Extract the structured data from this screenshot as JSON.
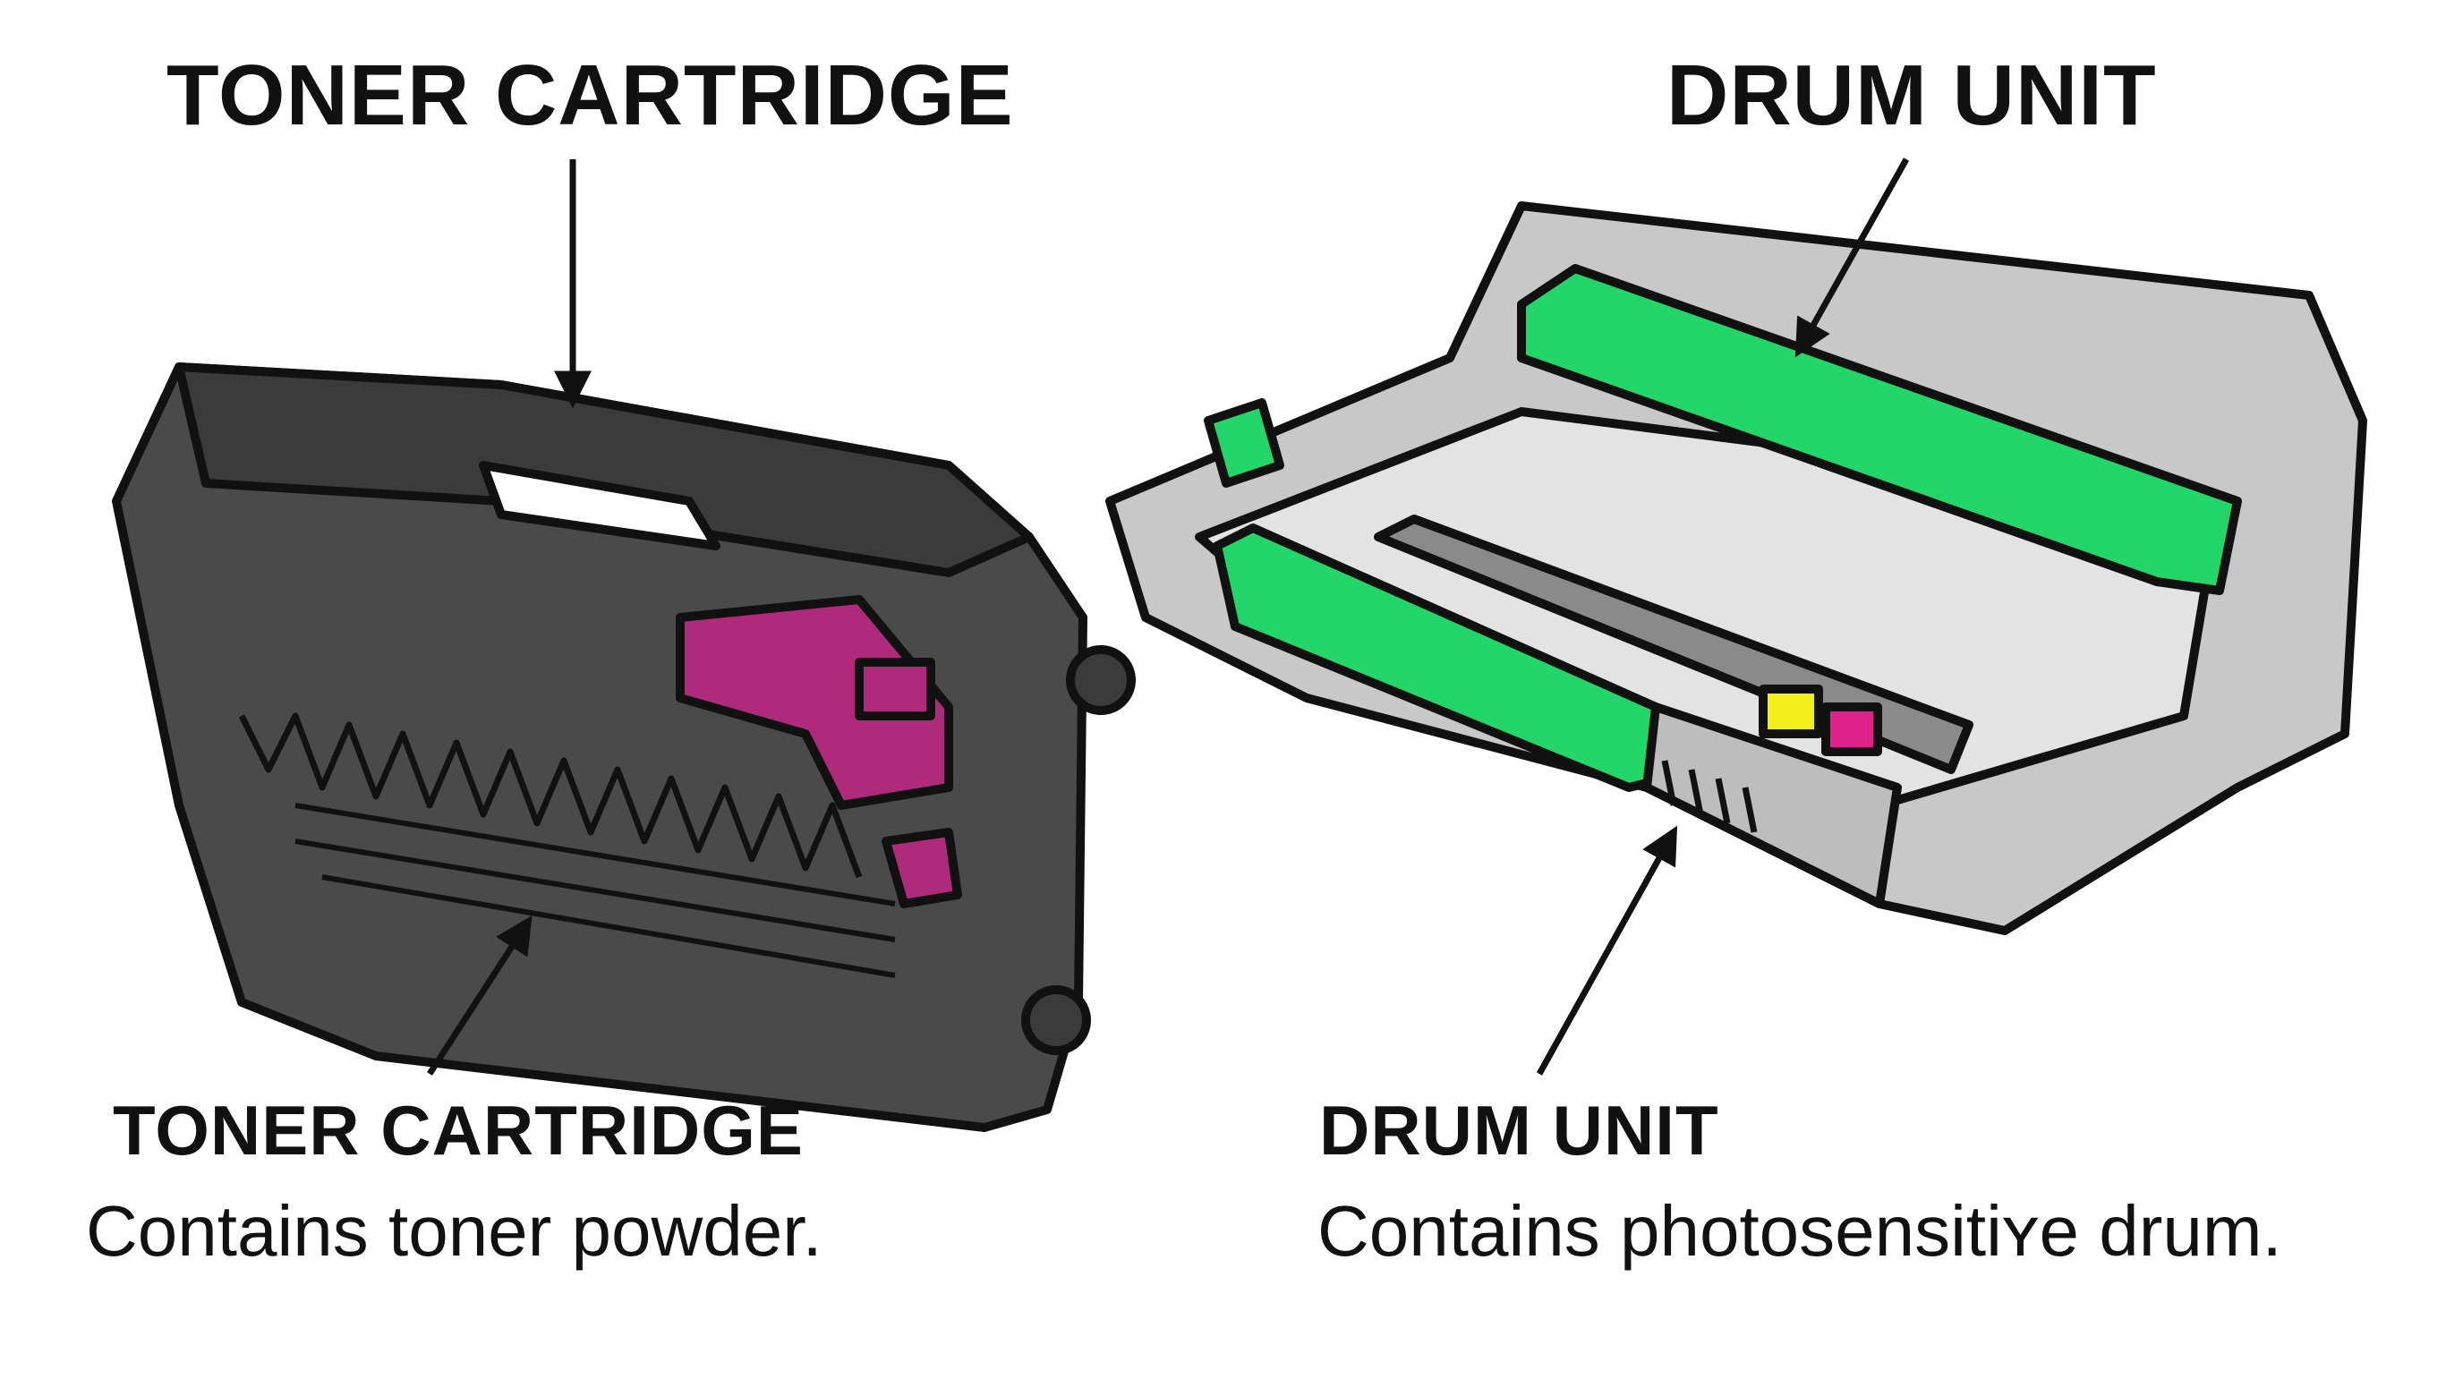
{
  "toner": {
    "title": "TONER CARTRIDGE",
    "callout_label": "TONER CARTRIDGE",
    "description": "Contains toner powder.",
    "body_color": "#4a4a4a",
    "accent_color": "#b02a7c"
  },
  "drum": {
    "title": "DRUM UNIT",
    "callout_label": "DRUM UNIT",
    "description": "Contains photosensitiʏe drum.",
    "body_color": "#c8c8c8",
    "drum_color": "#22d66a",
    "accent_yellow": "#f2ee1a",
    "accent_magenta": "#e0208a"
  },
  "icons": [
    "toner-cartridge-illustration",
    "drum-unit-illustration",
    "arrow-icon"
  ]
}
